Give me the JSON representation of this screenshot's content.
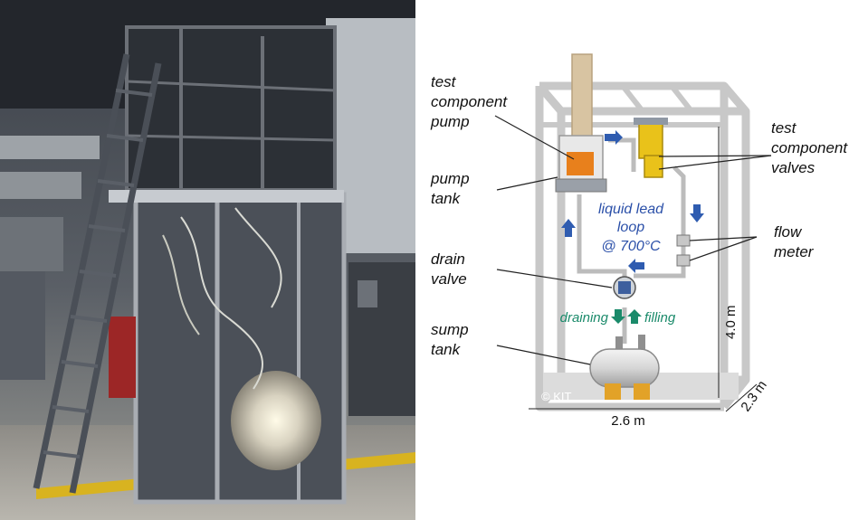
{
  "labels": {
    "test_component_pump": [
      "test",
      "component",
      "pump"
    ],
    "pump_tank": [
      "pump",
      "tank"
    ],
    "drain_valve": [
      "drain",
      "valve"
    ],
    "sump_tank": [
      "sump",
      "tank"
    ],
    "test_component_valves": [
      "test",
      "component",
      "valves"
    ],
    "flow_meter": [
      "flow",
      "meter"
    ],
    "loop": [
      "liquid lead",
      "loop",
      "@ 700°C"
    ],
    "draining": "draining",
    "filling": "filling",
    "copyright": "© KIT"
  },
  "dimensions": {
    "width": "2.6 m",
    "depth": "2.3 m",
    "height": "4.0 m"
  },
  "colors": {
    "frame": "#c8c8c8",
    "flow_arrow": "#2f5cb0",
    "drain_arrow": "#1a8a6a",
    "photo_dark": "#2a2d33",
    "heater_orange": "#e8801c",
    "valve_yellow": "#e9c21a"
  }
}
